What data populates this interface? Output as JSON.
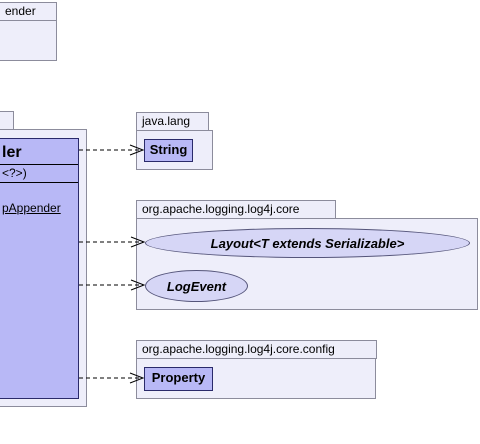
{
  "top_package": {
    "label": "ender"
  },
  "left_package": {
    "class_name": "ler",
    "constructor": "<?>)",
    "superclass": "pAppender"
  },
  "packages": {
    "java_lang": {
      "name": "java.lang",
      "classes": [
        "String"
      ]
    },
    "log4j_core": {
      "name": "org.apache.logging.log4j.core",
      "interfaces": [
        "Layout<T extends Serializable>",
        "LogEvent"
      ]
    },
    "log4j_core_config": {
      "name": "org.apache.logging.log4j.core.config",
      "classes": [
        "Property"
      ]
    }
  }
}
